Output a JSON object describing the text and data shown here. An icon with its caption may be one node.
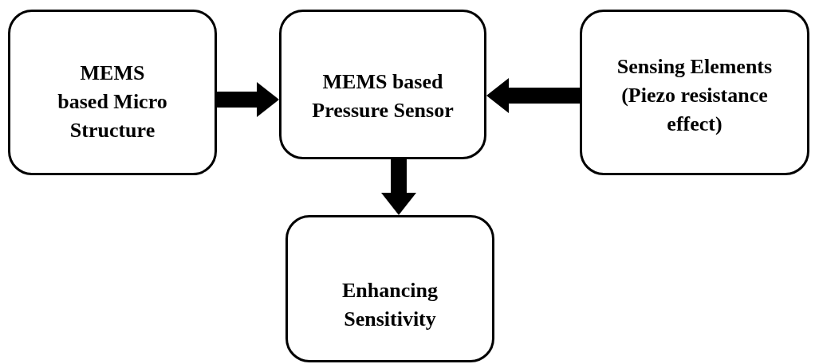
{
  "diagram": {
    "nodes": [
      {
        "text": [
          "MEMS based Micro Structure"
        ]
      },
      {
        "text": [
          "MEMS based Pressure Sensor"
        ]
      },
      {
        "text": [
          "Sensing Elements (Piezo resistance effect)"
        ]
      },
      {
        "text": [
          "Enhancing Sensitivity"
        ]
      }
    ],
    "edges": [
      {
        "from": 0,
        "to": 1,
        "arrow": "to"
      },
      {
        "from": 2,
        "to": 1,
        "arrow": "to"
      },
      {
        "from": 1,
        "to": 3,
        "arrow": "to"
      }
    ]
  }
}
